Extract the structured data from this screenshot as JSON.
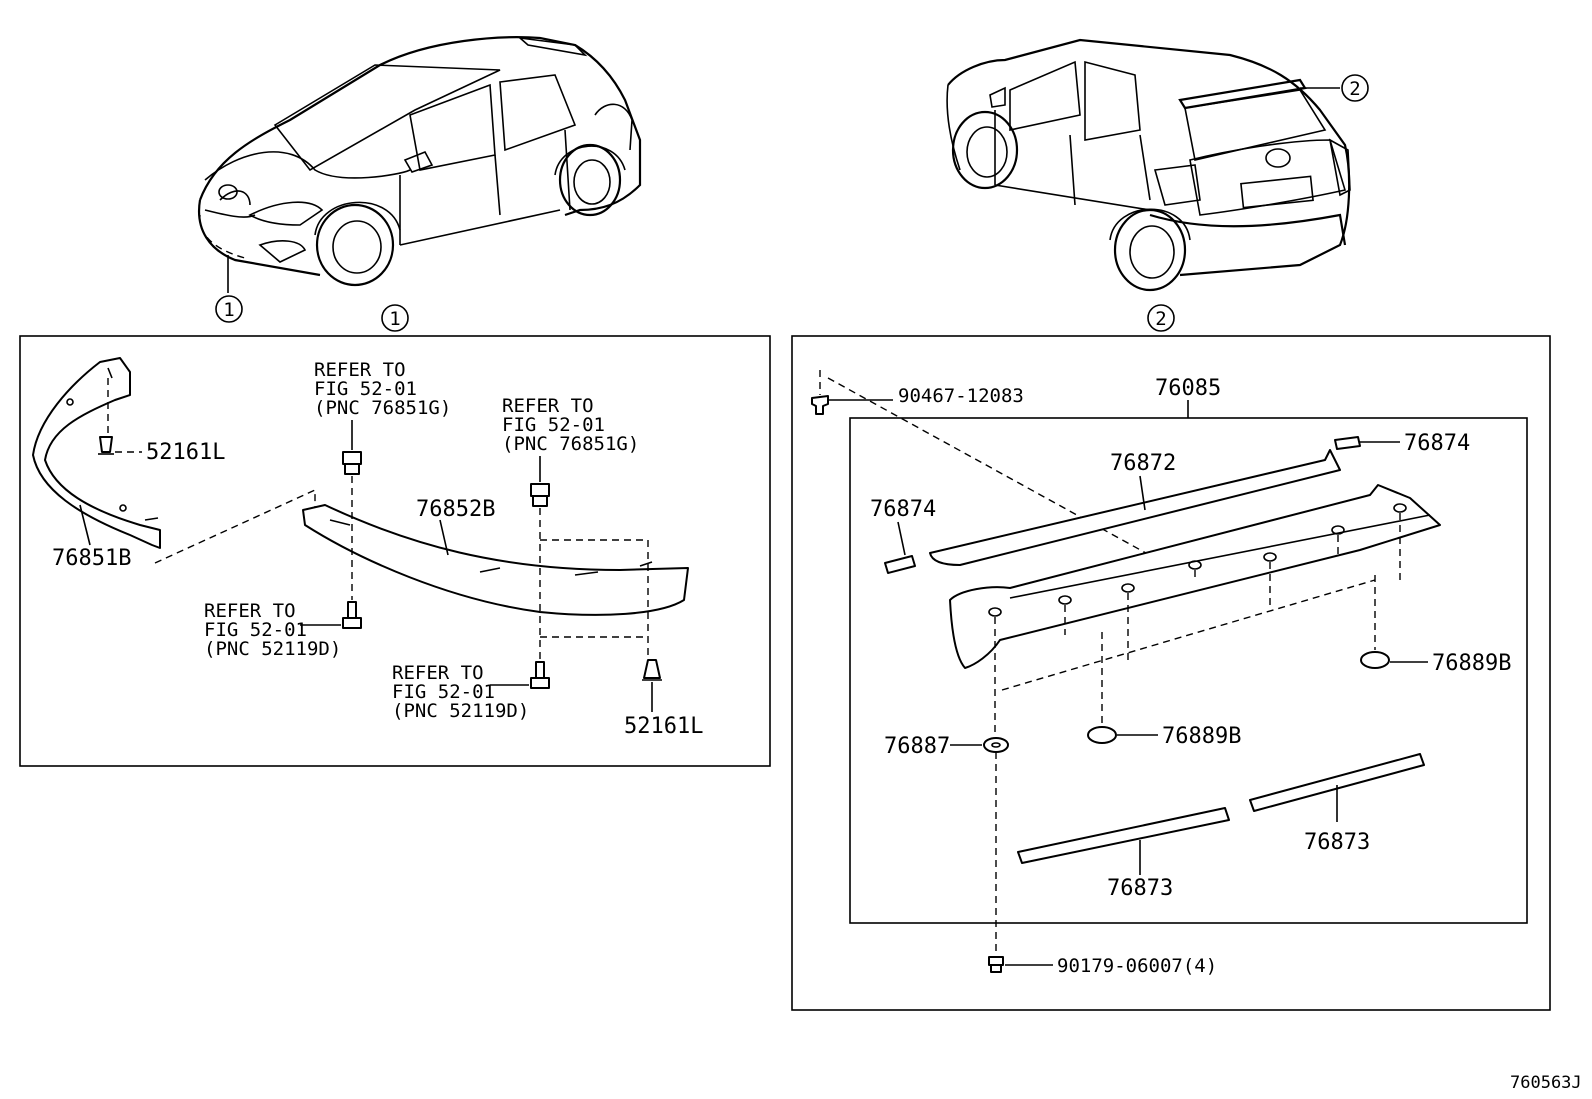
{
  "diagram_id": "760563J",
  "callouts": {
    "c1": "1",
    "c2": "2"
  },
  "panel_left": {
    "section": "1",
    "labels": {
      "p52161L_a": "52161L",
      "p52161L_b": "52161L",
      "p76851B": "76851B",
      "p76852B": "76852B"
    },
    "refs": [
      {
        "l1": "REFER TO",
        "l2": "FIG 52-01",
        "l3": "(PNC 76851G)"
      },
      {
        "l1": "REFER TO",
        "l2": "FIG 52-01",
        "l3": "(PNC 76851G)"
      },
      {
        "l1": "REFER TO",
        "l2": "FIG 52-01",
        "l3": "(PNC 52119D)"
      },
      {
        "l1": "REFER TO",
        "l2": "FIG 52-01",
        "l3": "(PNC 52119D)"
      }
    ]
  },
  "panel_right": {
    "section": "2",
    "labels": {
      "p76085": "76085",
      "p90467": "90467-12083",
      "p76872": "76872",
      "p76874_a": "76874",
      "p76874_b": "76874",
      "p76889B_a": "76889B",
      "p76889B_b": "76889B",
      "p76887": "76887",
      "p76873_a": "76873",
      "p76873_b": "76873",
      "p90179": "90179-06007(4)"
    }
  }
}
